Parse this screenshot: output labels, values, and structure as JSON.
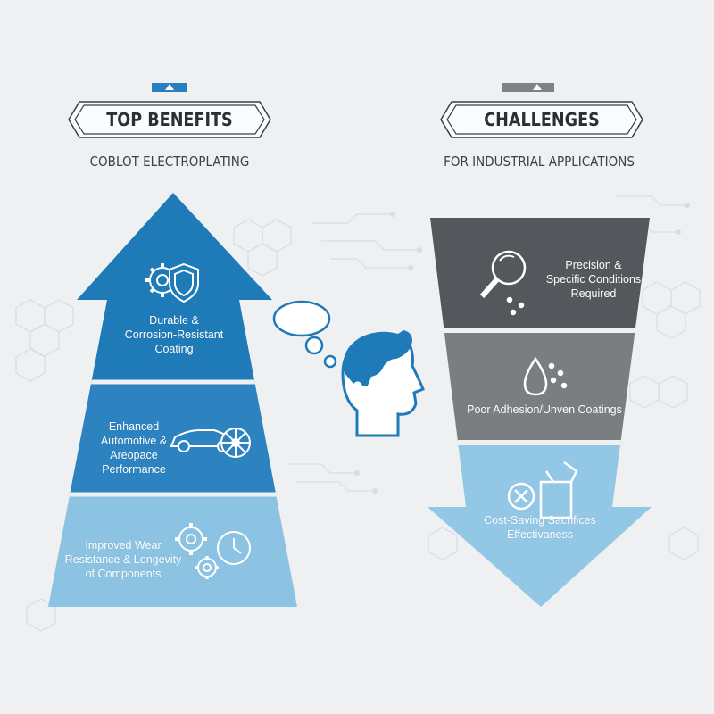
{
  "left": {
    "title": "TOP BENEFITS",
    "subtitle": "COBLOT ELECTROPLATING",
    "sections": [
      {
        "lines": [
          "Durable &",
          "Corrosion-Resistant",
          "Coating"
        ],
        "icon": "gear-shield-icon"
      },
      {
        "lines": [
          "Enhanced",
          "Automotive &",
          "Areopace",
          "Performance"
        ],
        "icon": "car-turbine-icon"
      },
      {
        "lines": [
          "Improved Wear",
          "Resistance & Longevity",
          "of Components"
        ],
        "icon": "gears-clock-icon"
      }
    ]
  },
  "right": {
    "title": "CHALLENGES",
    "subtitle": "FOR INDUSTRIAL APPLICATIONS",
    "sections": [
      {
        "lines": [
          "Precision &",
          "Specific Conditions",
          "Required"
        ],
        "icon": "magnifier-icon"
      },
      {
        "lines": [
          "Poor Adhesion/Unven Coatings"
        ],
        "icon": "droplet-icon"
      },
      {
        "lines": [
          "Cost-Saving Sacrifices",
          "Effectivaness"
        ],
        "icon": "box-cross-icon"
      }
    ]
  },
  "center": {
    "icon": "thinking-person-icon"
  },
  "colors": {
    "background": "#eef0f2",
    "blue_dark": "#1f7ab8",
    "blue_mid": "#2c83c0",
    "blue_light": "#8cc3e3",
    "gray_dark": "#54585c",
    "gray_mid": "#7b7e81",
    "blue_arrow": "#93c7e6"
  }
}
